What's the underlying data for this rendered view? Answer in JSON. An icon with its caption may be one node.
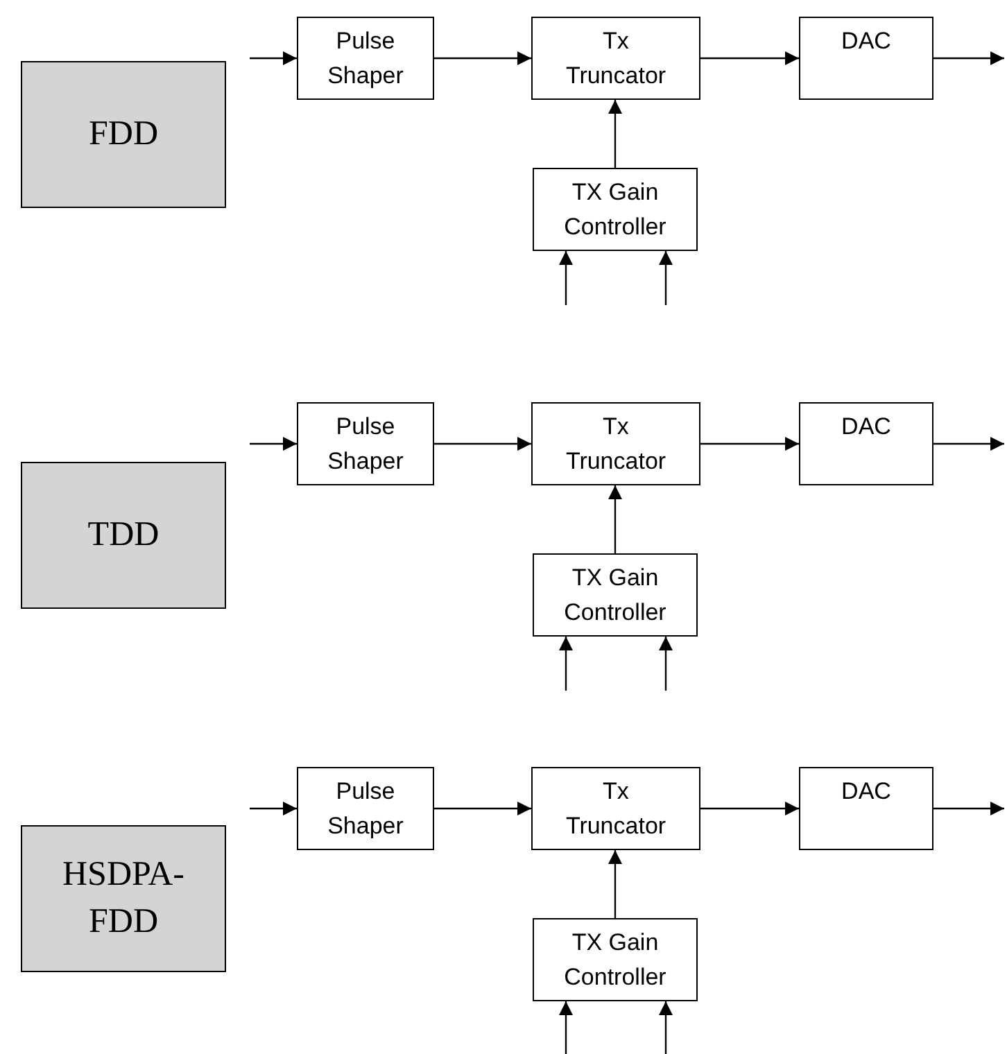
{
  "diagram": {
    "nodes": [
      {
        "text": [
          "FDD"
        ]
      },
      {
        "text": [
          "Pulse Shaper"
        ]
      },
      {
        "text": [
          "Tx Truncator"
        ]
      },
      {
        "text": [
          "DAC"
        ]
      },
      {
        "text": [
          "TX Gain Controller"
        ]
      },
      {
        "text": [
          "TDD"
        ]
      },
      {
        "text": [
          "Pulse Shaper"
        ]
      },
      {
        "text": [
          "Tx Truncator"
        ]
      },
      {
        "text": [
          "DAC"
        ]
      },
      {
        "text": [
          "TX Gain Controller"
        ]
      },
      {
        "text": [
          "HSDPA-FDD"
        ]
      },
      {
        "text": [
          "Pulse Shaper"
        ]
      },
      {
        "text": [
          "Tx Truncator"
        ]
      },
      {
        "text": [
          "DAC"
        ]
      },
      {
        "text": [
          "TX Gain Controller"
        ]
      }
    ],
    "edges": [
      {
        "from": null,
        "to": 1,
        "arrow": "to"
      },
      {
        "from": 1,
        "to": 2,
        "arrow": "to"
      },
      {
        "from": 2,
        "to": 3,
        "arrow": "to"
      },
      {
        "from": 3,
        "to": null,
        "arrow": "to"
      },
      {
        "from": 4,
        "to": 2,
        "arrow": "to"
      },
      {
        "from": null,
        "to": 4,
        "arrow": "to"
      },
      {
        "from": null,
        "to": 4,
        "arrow": "to"
      },
      {
        "from": null,
        "to": 6,
        "arrow": "to"
      },
      {
        "from": 6,
        "to": 7,
        "arrow": "to"
      },
      {
        "from": 7,
        "to": 8,
        "arrow": "to"
      },
      {
        "from": 8,
        "to": null,
        "arrow": "to"
      },
      {
        "from": 9,
        "to": 7,
        "arrow": "to"
      },
      {
        "from": null,
        "to": 9,
        "arrow": "to"
      },
      {
        "from": null,
        "to": 9,
        "arrow": "to"
      },
      {
        "from": null,
        "to": 11,
        "arrow": "to"
      },
      {
        "from": 11,
        "to": 12,
        "arrow": "to"
      },
      {
        "from": 12,
        "to": 13,
        "arrow": "to"
      },
      {
        "from": 13,
        "to": null,
        "arrow": "to"
      },
      {
        "from": 14,
        "to": 12,
        "arrow": "to"
      },
      {
        "from": null,
        "to": 14,
        "arrow": "to"
      },
      {
        "from": null,
        "to": 14,
        "arrow": "to"
      }
    ]
  }
}
